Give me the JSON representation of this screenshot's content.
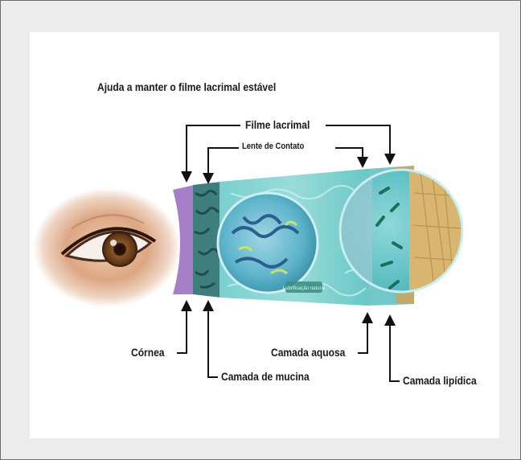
{
  "diagram": {
    "title": "Ajuda a manter o filme lacrimal estável",
    "labels": {
      "tear_film": "Filme lacrimal",
      "contact_lens": "Lente de Contato",
      "cornea": "Córnea",
      "mucin_layer": "Camada de mucina",
      "aqueous_layer": "Camada aquosa",
      "lipid_layer": "Camada lipídica"
    },
    "micro_label": "Lubrificação natural"
  },
  "colors": {
    "frame_background": "#ececed",
    "panel_background": "#ffffff",
    "cornea": "#a77fc9",
    "mucin": "#3e7f7e",
    "aqueous": "#7fd4d2",
    "lipid": "#d2b56a",
    "iris": "#7a4a22",
    "skin": "#e0b08f"
  }
}
